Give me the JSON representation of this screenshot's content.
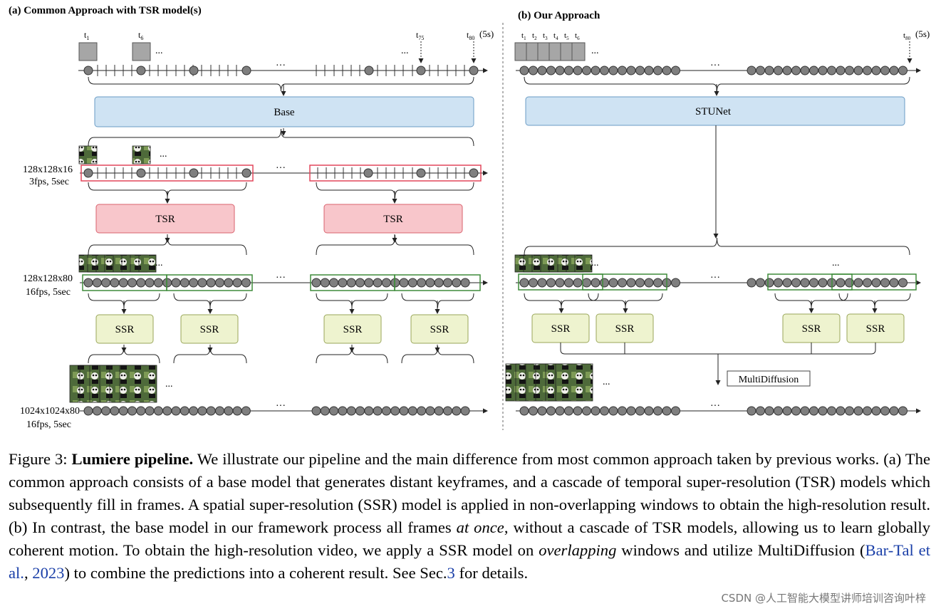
{
  "panel_a": {
    "title": "(a) Common Approach with TSR model(s)",
    "time_labels": [
      {
        "main": "t",
        "sub": "1"
      },
      {
        "main": "t",
        "sub": "6"
      },
      {
        "main": "t",
        "sub": "75"
      },
      {
        "main": "t",
        "sub": "80"
      }
    ],
    "duration": "(5s)",
    "base_label": "Base",
    "tsr_label": "TSR",
    "ssr_label": "SSR",
    "res_labels": [
      {
        "line1": "128x128x16",
        "line2": "3fps, 5sec"
      },
      {
        "line1": "128x128x80",
        "line2": "16fps, 5sec"
      },
      {
        "line1": "1024x1024x80",
        "line2": "16fps, 5sec"
      }
    ]
  },
  "panel_b": {
    "title": "(b) Our Approach",
    "time_labels": [
      {
        "main": "t",
        "sub": "1"
      },
      {
        "main": "t",
        "sub": "2"
      },
      {
        "main": "t",
        "sub": "3"
      },
      {
        "main": "t",
        "sub": "4"
      },
      {
        "main": "t",
        "sub": "5"
      },
      {
        "main": "t",
        "sub": "6"
      },
      {
        "main": "t",
        "sub": "80"
      }
    ],
    "duration": "(5s)",
    "stunet_label": "STUNet",
    "ssr_label": "SSR",
    "multidiffusion_label": "MultiDiffusion"
  },
  "ellipsis": "...",
  "ellipsis_dots": "···",
  "caption": {
    "fig": "Figure 3: ",
    "title": "Lumiere pipeline.",
    "p1": " We illustrate our pipeline and the main difference from most common approach taken by previous works. (a) The common approach consists of a base model that generates distant keyframes, and a cascade of temporal super-resolution (TSR) models which subsequently fill in frames. A spatial super-resolution (SSR) model is applied in non-overlapping windows to obtain the high-resolution result. (b) In contrast, the base model in our framework process all frames ",
    "em1": "at once",
    "p2": ", without a cascade of TSR models, allowing us to learn globally coherent motion. To obtain the high-resolution video, we apply a SSR model on ",
    "em2": "overlapping",
    "p3": " windows and utilize MultiDiffusion (",
    "cite_text": "Bar-Tal et al.",
    "cite_sep": ", ",
    "cite_year": "2023",
    "p4": ") to combine the predictions into a coherent result. See Sec.",
    "sec_ref": "3",
    "p5": " for details."
  },
  "watermark": "CSDN @人工智能大模型讲师培训咨询叶梓",
  "colors": {
    "base_fill": "#cfe3f3",
    "base_stroke": "#6a9bc4",
    "tsr_fill": "#f8c6cb",
    "tsr_stroke": "#d9626e",
    "ssr_fill": "#eef3cf",
    "ssr_stroke": "#9aa65a",
    "node_fill": "#7f7f7f",
    "window_red": "#e2475b",
    "window_green": "#3f8b3a"
  }
}
